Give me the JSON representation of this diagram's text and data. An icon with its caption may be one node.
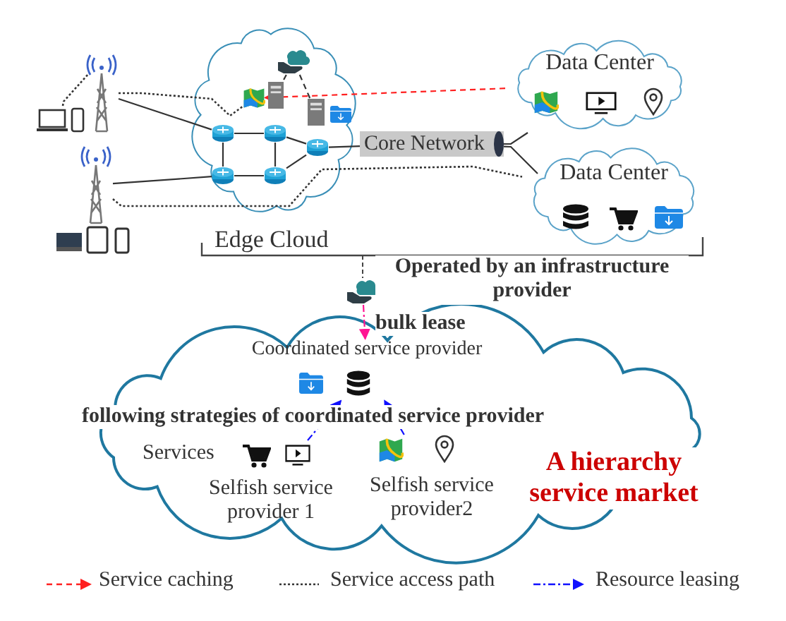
{
  "diagram": {
    "nodes": [
      {
        "text": [],
        "shape": "cloud"
      },
      {
        "text": [],
        "shape": "picture",
        "in": 0
      },
      {
        "text": [],
        "shape": "picture",
        "in": 0
      },
      {
        "text": [],
        "shape": "picture",
        "in": 0
      },
      {
        "text": [],
        "shape": "picture",
        "in": 0
      },
      {
        "text": [],
        "shape": "cylinder",
        "in": 0
      },
      {
        "text": [],
        "shape": "cylinder",
        "in": 0
      },
      {
        "text": [],
        "shape": "cylinder",
        "in": 0
      },
      {
        "text": [],
        "shape": "cylinder",
        "in": 0
      },
      {
        "text": [],
        "shape": "cylinder",
        "in": 0
      },
      {
        "text": [],
        "shape": "picture"
      },
      {
        "text": [],
        "shape": "picture"
      },
      {
        "text": [],
        "shape": "picture"
      },
      {
        "text": [
          "Core Network"
        ]
      },
      {
        "text": [
          "Data Center"
        ]
      },
      {
        "text": [
          "Data Center"
        ]
      },
      {
        "text": [],
        "shape": "picture"
      },
      {
        "text": [],
        "shape": "cloud"
      },
      {
        "text": [
          "Coordinated service provider"
        ],
        "in": 17
      },
      {
        "text": [
          "Selfish service provider 1"
        ],
        "in": 17
      },
      {
        "text": [
          "Selfish service provider2"
        ],
        "in": 17
      }
    ],
    "edges": [
      {
        "from": 14,
        "to": 2,
        "arrow": "to",
        "style": "dashed",
        "color": "#ff2020"
      },
      {
        "from": 1,
        "to": 3,
        "arrow": "none",
        "style": "dashed"
      },
      {
        "from": 1,
        "to": 4,
        "arrow": "none",
        "style": "dashed"
      },
      {
        "from": 5,
        "to": 6,
        "arrow": "none"
      },
      {
        "from": 5,
        "to": 8,
        "arrow": "none"
      },
      {
        "from": 6,
        "to": 9,
        "arrow": "none"
      },
      {
        "from": 8,
        "to": 9,
        "arrow": "none"
      },
      {
        "from": 6,
        "to": 7,
        "arrow": "none"
      },
      {
        "from": 9,
        "to": 7,
        "arrow": "none"
      },
      {
        "from": 10,
        "to": 5,
        "arrow": "none"
      },
      {
        "from": 11,
        "to": 8,
        "arrow": "none"
      },
      {
        "from": 7,
        "to": 13,
        "arrow": "none"
      },
      {
        "from": 13,
        "to": 14,
        "arrow": "none"
      },
      {
        "from": 13,
        "to": 15,
        "arrow": "none"
      },
      {
        "from": 12,
        "to": 10,
        "arrow": "none",
        "style": "dashed"
      },
      {
        "from": 10,
        "to": 2,
        "arrow": "none",
        "style": "dashed"
      },
      {
        "from": 11,
        "to": 15,
        "arrow": "none",
        "style": "dashed"
      },
      {
        "from": 16,
        "to": 18,
        "arrow": "to",
        "label": "bulk lease",
        "style": "dashed",
        "color": "#ff1493"
      },
      {
        "from": 19,
        "to": 18,
        "arrow": "to",
        "style": "dashed",
        "color": "#1010ff"
      },
      {
        "from": 20,
        "to": 18,
        "arrow": "to",
        "style": "dashed",
        "color": "#1010ff"
      }
    ],
    "labels": [
      "Edge Cloud",
      "Operated by an infrastructure provider",
      "following strategies of coordinated service provider",
      "Services",
      "A hierarchy service market"
    ],
    "legend": [
      {
        "text": "Service caching"
      },
      {
        "text": "Service access path"
      },
      {
        "text": "Resource leasing"
      }
    ]
  }
}
